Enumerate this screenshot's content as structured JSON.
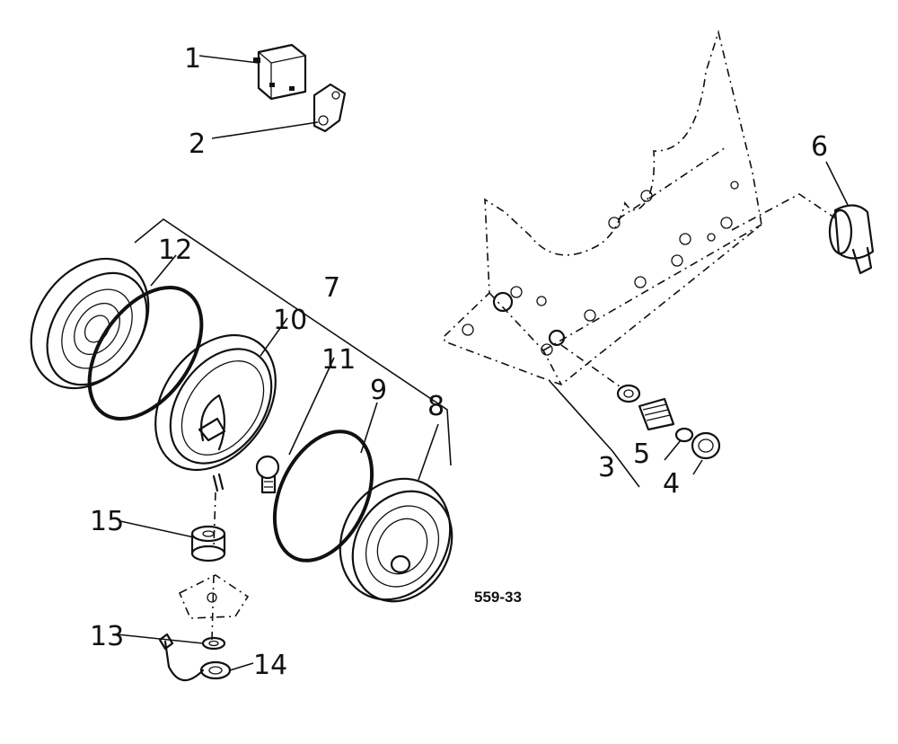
{
  "drawing_number": "559-33",
  "callouts": [
    {
      "id": "1",
      "label": "1"
    },
    {
      "id": "2",
      "label": "2"
    },
    {
      "id": "3",
      "label": "3"
    },
    {
      "id": "4",
      "label": "4"
    },
    {
      "id": "5",
      "label": "5"
    },
    {
      "id": "6",
      "label": "6"
    },
    {
      "id": "7",
      "label": "7"
    },
    {
      "id": "8",
      "label": "8"
    },
    {
      "id": "9",
      "label": "9"
    },
    {
      "id": "10",
      "label": "10"
    },
    {
      "id": "11",
      "label": "11"
    },
    {
      "id": "12",
      "label": "12"
    },
    {
      "id": "13",
      "label": "13"
    },
    {
      "id": "14",
      "label": "14"
    },
    {
      "id": "15",
      "label": "15"
    }
  ]
}
